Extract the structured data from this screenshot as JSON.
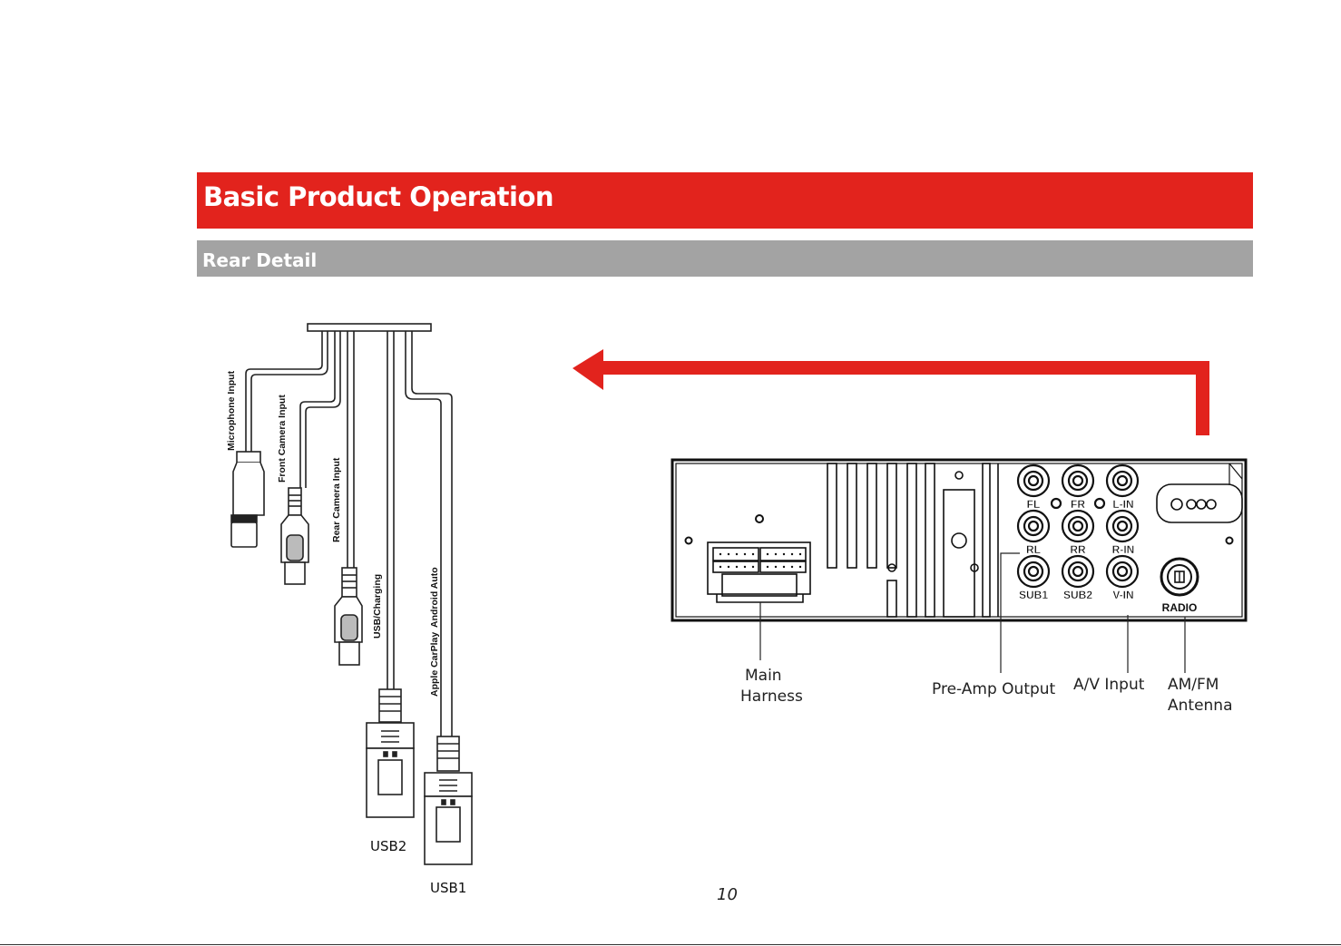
{
  "header": {
    "title": "Basic Product Operation",
    "subtitle": "Rear Detail"
  },
  "colors": {
    "accent_red": "#e2231d",
    "sub_gray": "#a3a3a3"
  },
  "cables": {
    "microphone": "Microphone Input",
    "front_camera": "Front Camera Input",
    "rear_camera": "Rear Camera Input",
    "usb_charging": "USB/Charging",
    "carplay": "Apple CarPlay",
    "android": "Android Auto",
    "usb2": "USB2",
    "usb1": "USB1"
  },
  "unit": {
    "fl": "FL",
    "fr": "FR",
    "lin": "L-IN",
    "rl": "RL",
    "rr": "RR",
    "rin": "R-IN",
    "sub1": "SUB1",
    "sub2": "SUB2",
    "vin": "V-IN",
    "radio": "RADIO"
  },
  "callouts": {
    "main_harness_1": "Main",
    "main_harness_2": "Harness",
    "preamp": "Pre-Amp Output",
    "av_input": "A/V Input",
    "amfm_1": "AM/FM",
    "amfm_2": "Antenna"
  },
  "page_number": "10"
}
